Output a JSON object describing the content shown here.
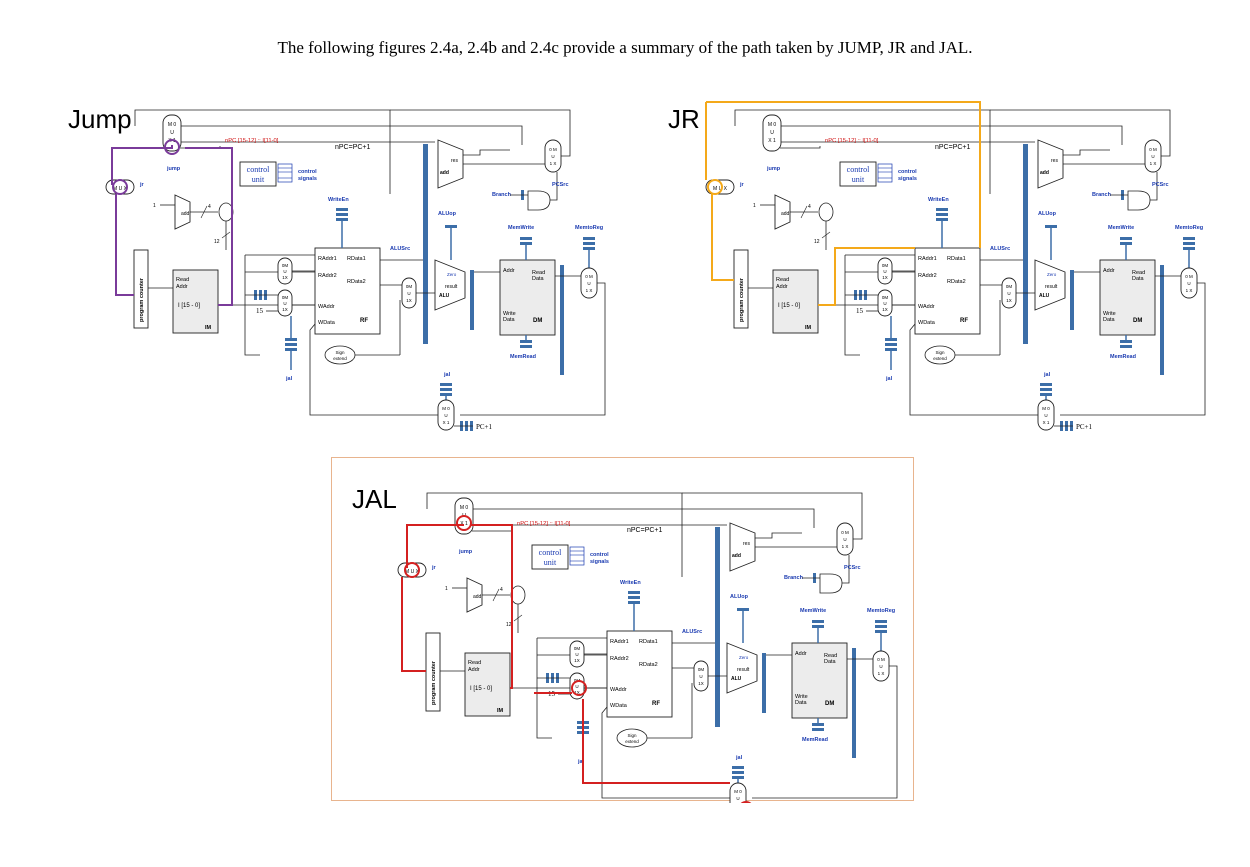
{
  "caption": "The following figures 2.4a, 2.4b and 2.4c provide a summary of the path taken by JUMP, JR and JAL.",
  "diagrams": [
    {
      "id": "jump",
      "title": "Jump",
      "highlight": "#7a3b9a"
    },
    {
      "id": "jr",
      "title": "JR",
      "highlight": "#f4a91a"
    },
    {
      "id": "jal",
      "title": "JAL",
      "highlight": "#d42020"
    }
  ],
  "labels": {
    "npc_concat": "nPC [15-12] :: I[11-0]",
    "npc_next": "nPC=PC+1",
    "pc_plus_one": "PC+1",
    "jump": "jump",
    "jr": "jr",
    "jal": "jal",
    "control_unit_line1": "control",
    "control_unit_line2": "unit",
    "control_signals_line1": "control",
    "control_signals_line2": "signals",
    "write_en": "WriteEn",
    "alu_src": "ALUSrc",
    "alu_op": "ALUop",
    "branch": "Branch",
    "pc_src": "PCSrc",
    "mem_write": "MemWrite",
    "mem_to_reg": "MemtoReg",
    "mem_read": "MemRead",
    "program_counter": "program counter",
    "read_addr_line1": "Read",
    "read_addr_line2": "Addr",
    "instr_bits": "I [15 - 0]",
    "im": "IM",
    "raddr1": "RAddr1",
    "raddr2": "RAddr2",
    "rdata1": "RData1",
    "rdata2": "RData2",
    "waddr": "WAddr",
    "wdata": "WData",
    "rf": "RF",
    "sign_extend_line1": "Sign",
    "sign_extend_line2": "extend",
    "zero": "Zero",
    "result": "result",
    "alu": "ALU",
    "res": "res",
    "add": "add",
    "addr": "Addr",
    "read_data_line1": "Read",
    "read_data_line2": "Data",
    "write_data_line1": "Write",
    "write_data_line2": "Data",
    "dm": "DM",
    "num_15": "15",
    "num_12": "12",
    "num_4": "4",
    "num_1": "1"
  }
}
